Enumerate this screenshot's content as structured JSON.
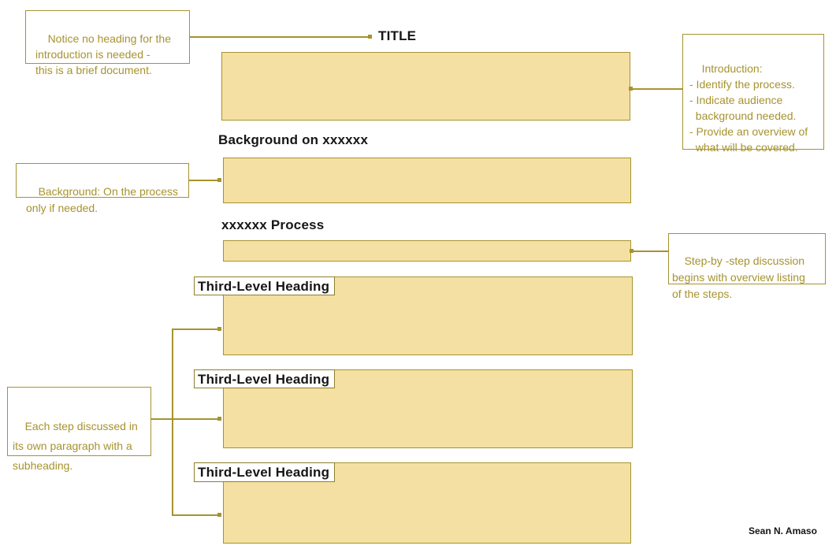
{
  "title": "TITLE",
  "author": "Sean N. Amaso",
  "headings": {
    "background": "Background on xxxxxx",
    "process": "xxxxxx Process",
    "third_level_1": "Third-Level Heading",
    "third_level_2": "Third-Level Heading",
    "third_level_3": "Third-Level Heading"
  },
  "callouts": {
    "notice": "Notice no heading for the\nintroduction is needed -\nthis is a brief document.",
    "introduction": "Introduction:\n- Identify the process.\n- Indicate audience\n  background needed.\n- Provide an overview of\n  what will be covered.",
    "background": "Background: On the process\nonly if needed.",
    "steps_overview": "Step-by -step discussion\nbegins with overview listing\nof the steps.",
    "each_step": "Each step discussed in\nits own paragraph with a\nsubheading."
  },
  "colors": {
    "accent_olive": "#A6932F",
    "block_fill": "#F5E0A3",
    "block_border": "#A6932F",
    "heading_box_border": "#8F7E2B",
    "heading_text": "#161616",
    "page_background": "#FFFFFF"
  }
}
